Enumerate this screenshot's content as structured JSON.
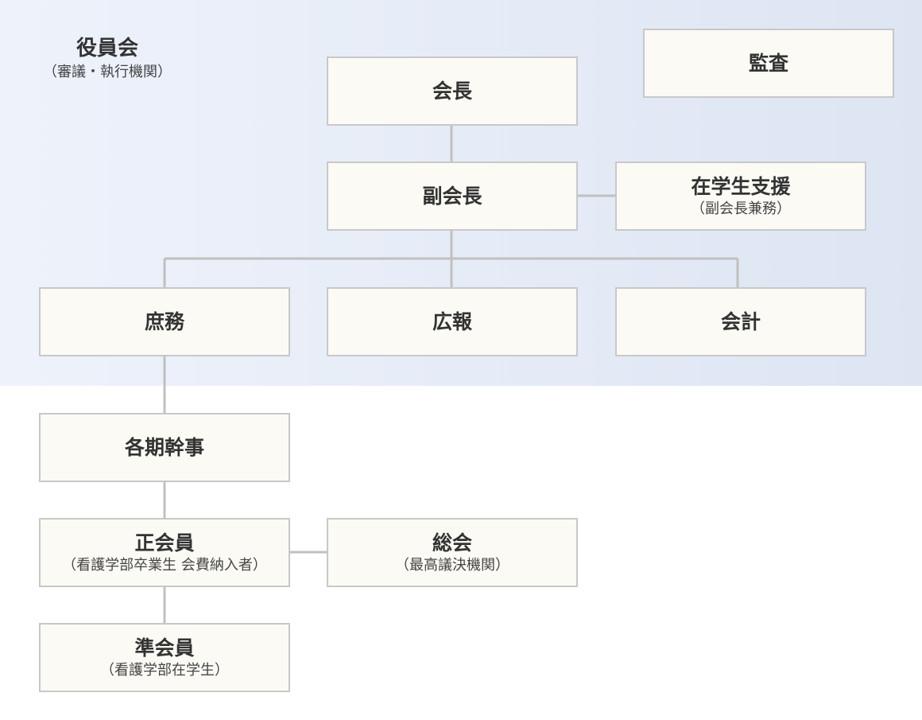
{
  "group": {
    "title": "役員会",
    "subtitle": "（審議・執行機関）"
  },
  "nodes": {
    "audit": {
      "title": "監査"
    },
    "president": {
      "title": "会長"
    },
    "vice_president": {
      "title": "副会長"
    },
    "student_support": {
      "title": "在学生支援",
      "subtitle": "（副会長兼務）"
    },
    "general_affairs": {
      "title": "庶務"
    },
    "public_relations": {
      "title": "広報"
    },
    "accounting": {
      "title": "会計"
    },
    "class_secretaries": {
      "title": "各期幹事"
    },
    "regular_members": {
      "title": "正会員",
      "subtitle": "（看護学部卒業生 会費納入者）"
    },
    "general_assembly": {
      "title": "総会",
      "subtitle": "（最高議決機関）"
    },
    "associate_members": {
      "title": "準会員",
      "subtitle": "（看護学部在学生）"
    }
  },
  "colors": {
    "band_left": "#eef2fb",
    "band_right": "#dde5f3",
    "node_fill": "#fbfaf4",
    "node_border": "#c8c8c8",
    "connector": "#c0c0c0",
    "text": "#333333"
  }
}
